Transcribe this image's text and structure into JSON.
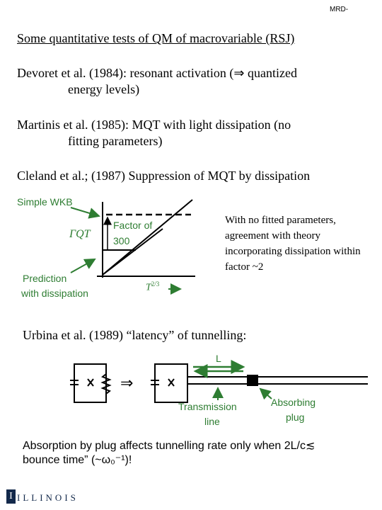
{
  "header": {
    "tag": "MRD-"
  },
  "title": "Some quantitative tests of QM of macrovariable (RSJ)",
  "items": [
    {
      "line1": "Devoret et al. (1984): resonant activation (⇒ quantized",
      "line2": "energy levels)"
    },
    {
      "line1": "Martinis et al. (1985): MQT with light dissipation (no",
      "line2": "fitting parameters)"
    },
    {
      "line1": "Cleland et al.; (1987) Suppression of MQT by dissipation"
    }
  ],
  "graph1": {
    "wkb_label": "Simple WKB",
    "y_label": "ΓQT",
    "factor_line1": "Factor of",
    "factor_line2": "300",
    "prediction_line1": "Prediction",
    "prediction_line2": "with dissipation",
    "x_label": "T",
    "x_label_exp": "2/3",
    "note": "With no fitted parameters, agreement with theory incorporating dissipation within factor ~2"
  },
  "item4": "Urbina et al. (1989)  “latency” of tunnelling:",
  "circuit": {
    "L_label": "L",
    "transmission_line1": "Transmission",
    "transmission_line2": "line",
    "plug_line1": "Absorbing",
    "plug_line2": "plug",
    "implies_symbol": "⇒"
  },
  "absorption": {
    "line1": "Absorption by plug affects tunnelling rate only when 2L/c≲",
    "line2": "bounce time” (~ω₀⁻¹)!"
  },
  "footer": {
    "logo_letter": "I",
    "logo_text": "ILLINOIS"
  },
  "colors": {
    "annotation": "#2e7d32",
    "brand": "#13294b"
  }
}
